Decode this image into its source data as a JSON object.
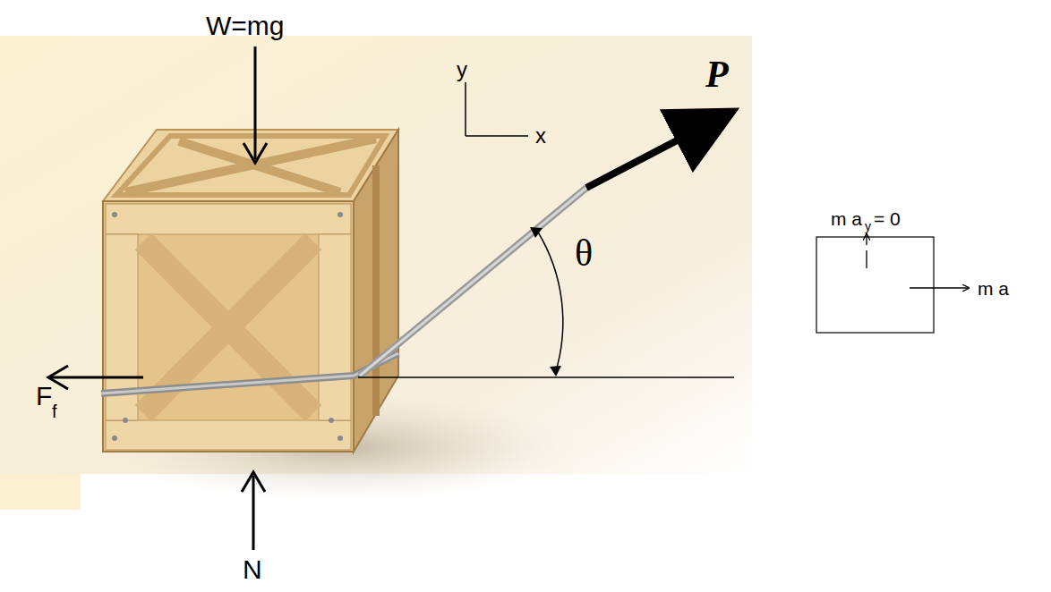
{
  "diagram": {
    "labels": [
      "W=mg",
      "y",
      "x",
      "P",
      "θ",
      "F",
      "f",
      "N",
      "m a",
      "y",
      "= 0",
      "m a"
    ]
  }
}
